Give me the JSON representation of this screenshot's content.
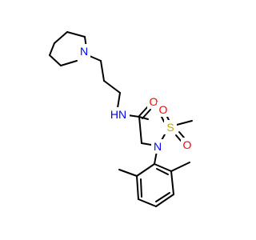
{
  "molecule": {
    "atoms": {
      "n_piperidine": {
        "symbol": "N",
        "color": "#0000ff"
      },
      "n_amide": {
        "symbol": "N",
        "color": "#0000ff",
        "suffix": "H"
      },
      "o_carbonyl": {
        "symbol": "O",
        "color": "#ff0000"
      },
      "n_sulfonamide": {
        "symbol": "N",
        "color": "#0000ff"
      },
      "s_sulfonyl": {
        "symbol": "S",
        "color": "#c9a400"
      },
      "o_sulfonyl_1": {
        "symbol": "O",
        "color": "#ff0000"
      },
      "o_sulfonyl_2": {
        "symbol": "O",
        "color": "#ff0000"
      }
    },
    "bond_color": "#000000",
    "background": "#ffffff"
  }
}
